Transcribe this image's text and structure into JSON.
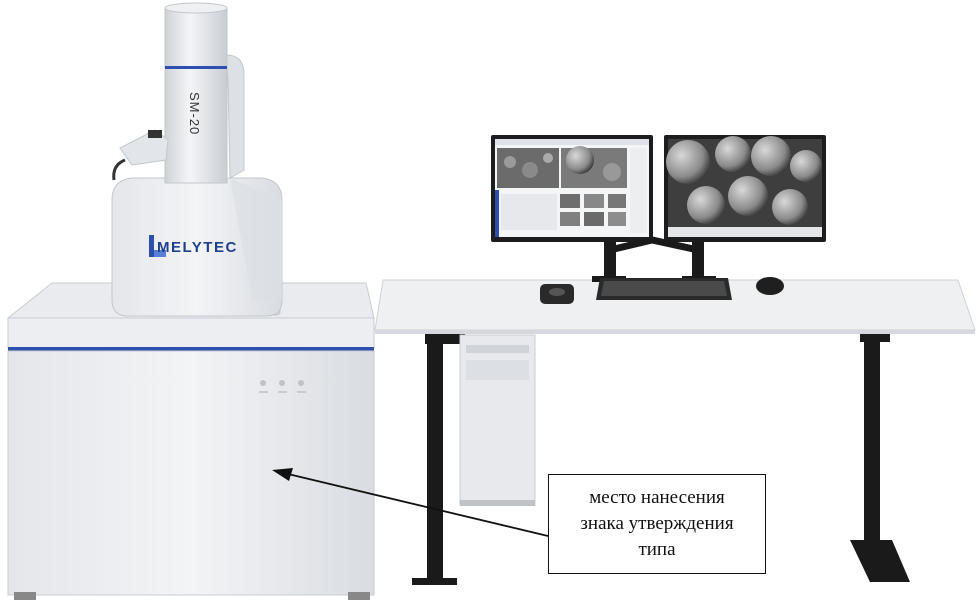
{
  "instrument": {
    "model_label": "SM-20",
    "brand_label": "MELYTEC"
  },
  "callout": {
    "lines": [
      "место нанесения",
      "знака утверждения",
      "типа"
    ]
  },
  "colors": {
    "accent_stripe": "#2c4fb0",
    "desk_leg": "#1a1a1a",
    "background": "#ffffff"
  }
}
